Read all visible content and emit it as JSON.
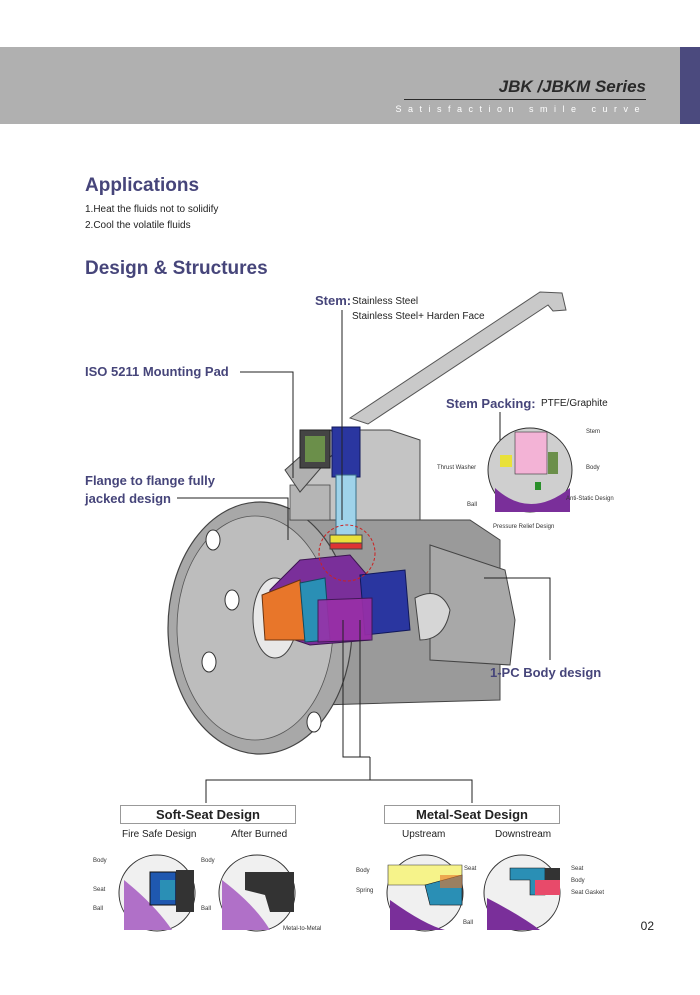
{
  "header": {
    "series": "JBK /JBKM Series",
    "tagline": "Satisfaction smile curve"
  },
  "applications": {
    "title": "Applications",
    "items": [
      "1.Heat the fluids not to solidify",
      "2.Cool the volatile fluids"
    ]
  },
  "design": {
    "title": "Design & Structures"
  },
  "callouts": {
    "stem_label": "Stem:",
    "stem_line1": "Stainless Steel",
    "stem_line2": "Stainless Steel+ Harden Face",
    "iso": "ISO 5211 Mounting Pad",
    "packing_label": "Stem Packing:",
    "packing_value": "PTFE/Graphite",
    "flange_line1": "Flange to flange fully",
    "flange_line2": "jacked design",
    "body": "1-PC Body design"
  },
  "packing_detail": {
    "stem": "Stem",
    "thrust_washer": "Thrust Washer",
    "body": "Body",
    "anti_static": "Anti-Static Design",
    "ball": "Ball",
    "pressure_relief": "Pressure Relief Design"
  },
  "soft_seat": {
    "title": "Soft-Seat Design",
    "col1": "Fire Safe Design",
    "col2": "After Burned",
    "d1": {
      "body": "Body",
      "seat": "Seat",
      "ball": "Ball"
    },
    "d2": {
      "body": "Body",
      "ball": "Ball",
      "metal": "Metal-to-Metal"
    }
  },
  "metal_seat": {
    "title": "Metal-Seat Design",
    "col1": "Upstream",
    "col2": "Downstream",
    "d1": {
      "body": "Body",
      "spring": "Spring",
      "seat": "Seat",
      "ball": "Ball"
    },
    "d2": {
      "seat": "Seat",
      "body": "Body",
      "gasket": "Seat Gasket"
    }
  },
  "page_number": "02",
  "colors": {
    "brand": "#46457a",
    "header": "#b0b0b0",
    "accent": "#4b4a7e",
    "purple": "#7a2f9a",
    "orange": "#e8762a"
  }
}
